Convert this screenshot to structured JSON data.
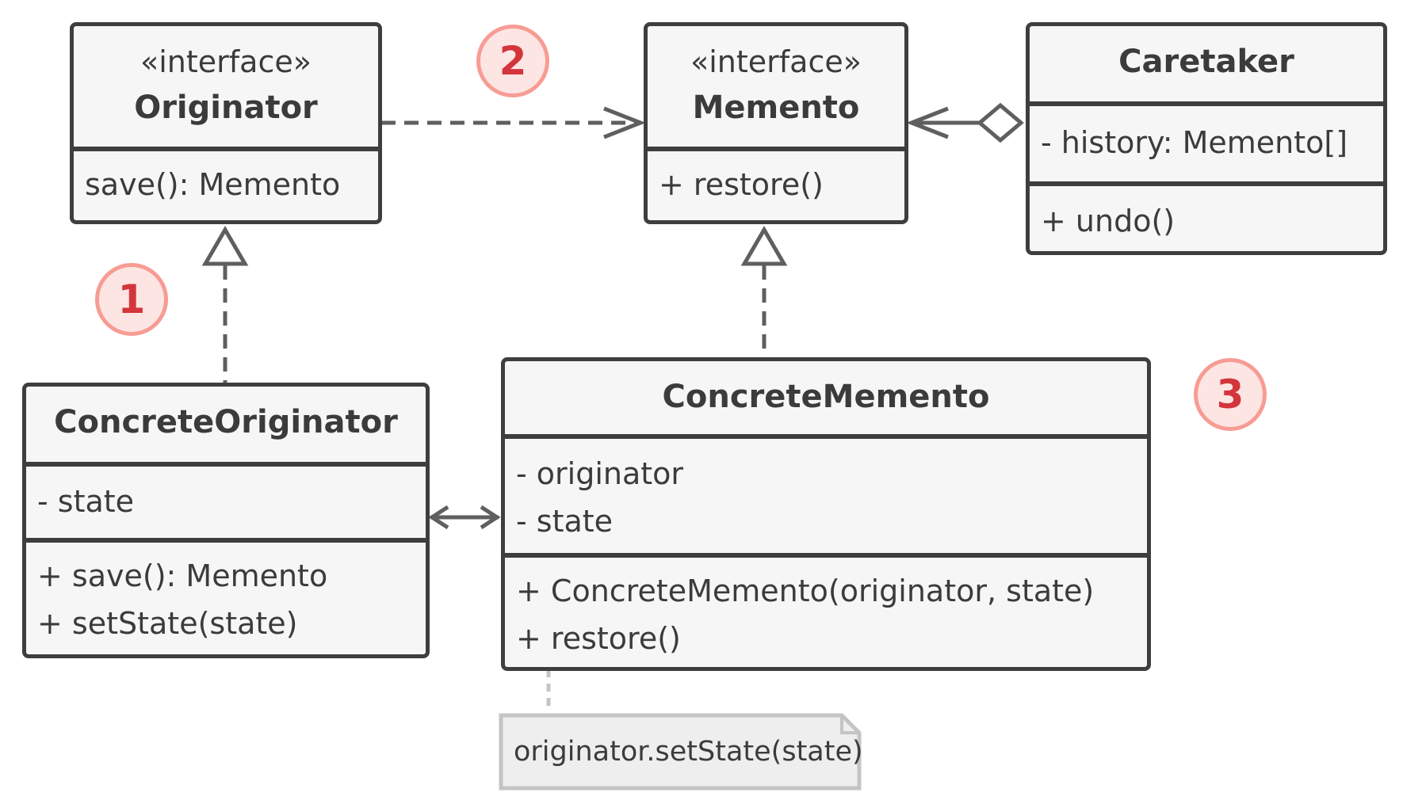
{
  "originator": {
    "stereotype": "«interface»",
    "name": "Originator",
    "methods": [
      "save(): Memento"
    ]
  },
  "memento": {
    "stereotype": "«interface»",
    "name": "Memento",
    "methods": [
      "+ restore()"
    ]
  },
  "caretaker": {
    "name": "Caretaker",
    "fields": [
      "- history: Memento[]"
    ],
    "methods": [
      "+ undo()"
    ]
  },
  "concrete_originator": {
    "name": "ConcreteOriginator",
    "fields": [
      "- state"
    ],
    "methods": [
      "+ save(): Memento",
      "+ setState(state)"
    ]
  },
  "concrete_memento": {
    "name": "ConcreteMemento",
    "fields": [
      "- originator",
      "- state"
    ],
    "methods": [
      "+ ConcreteMemento(originator, state)",
      "+ restore()"
    ]
  },
  "note": {
    "text": "originator.setState(state)"
  },
  "badges": [
    "1",
    "2",
    "3"
  ],
  "colors": {
    "box_border": "#3e3e3e",
    "box_fill": "#f6f6f6",
    "connector": "#5f5f5f",
    "badge_fill": "#fde5e3",
    "badge_border": "#f79c94",
    "badge_text": "#d3353c",
    "note_fill": "#eeeeee",
    "note_border": "#c4c4c4"
  }
}
